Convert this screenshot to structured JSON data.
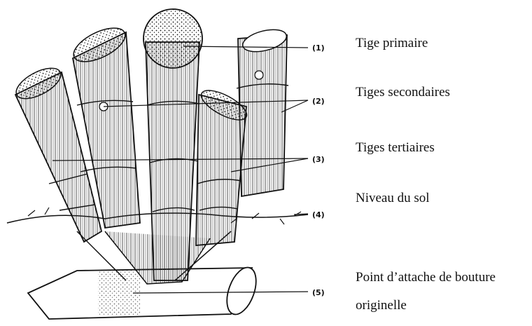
{
  "diagram": {
    "markers": [
      "(1)",
      "(2)",
      "(3)",
      "(4)",
      "(5)"
    ],
    "legend": [
      {
        "marker": "(1)",
        "text": "Tige primaire"
      },
      {
        "marker": "(2)",
        "text": "Tiges secondaires"
      },
      {
        "marker": "(3)",
        "text": "Tiges tertiaires"
      },
      {
        "marker": "(4)",
        "text": "Niveau du sol"
      },
      {
        "marker": "(5)",
        "text": "Point d’attache de bouture",
        "text2": "originelle"
      }
    ],
    "colors": {
      "ink": "#111111",
      "paper": "#ffffff"
    }
  }
}
